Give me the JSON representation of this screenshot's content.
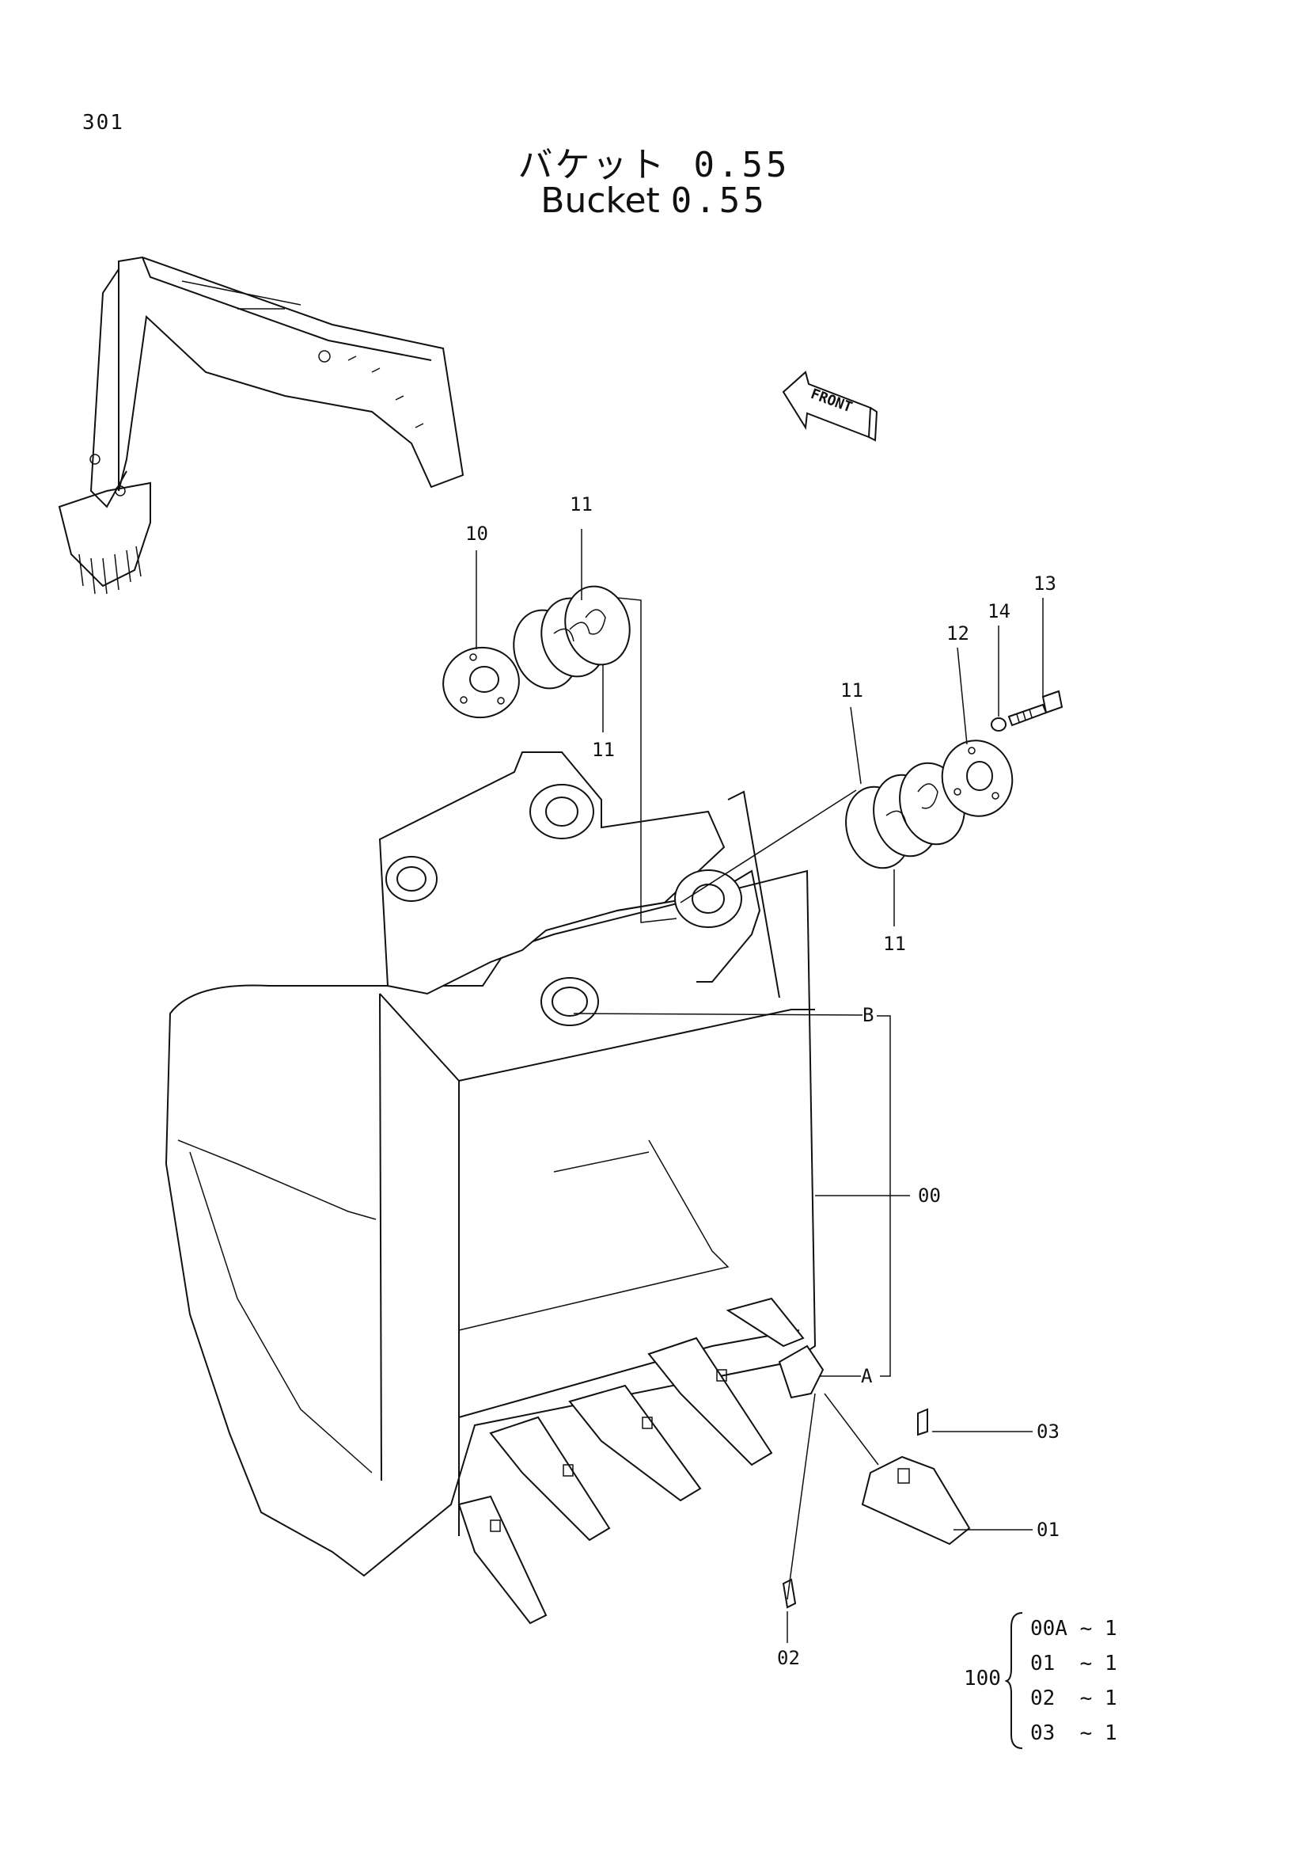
{
  "page": {
    "number": "301"
  },
  "title": {
    "japanese": "バケット",
    "english": "Bucket",
    "size": "0.55"
  },
  "front_arrow": {
    "label": "FRONT"
  },
  "callouts": {
    "p10": "10",
    "p11a": "11",
    "p11b": "11",
    "p11c": "11",
    "p11d": "11",
    "p12": "12",
    "p13": "13",
    "p14": "14",
    "pB": "B",
    "pA": "A",
    "p00": "00",
    "p03": "03",
    "p01": "01",
    "p02": "02"
  },
  "kit": {
    "number": "100",
    "items": [
      {
        "part": "00A",
        "qty": "1"
      },
      {
        "part": "01 ",
        "qty": "1"
      },
      {
        "part": "02 ",
        "qty": "1"
      },
      {
        "part": "03 ",
        "qty": "1"
      }
    ]
  }
}
